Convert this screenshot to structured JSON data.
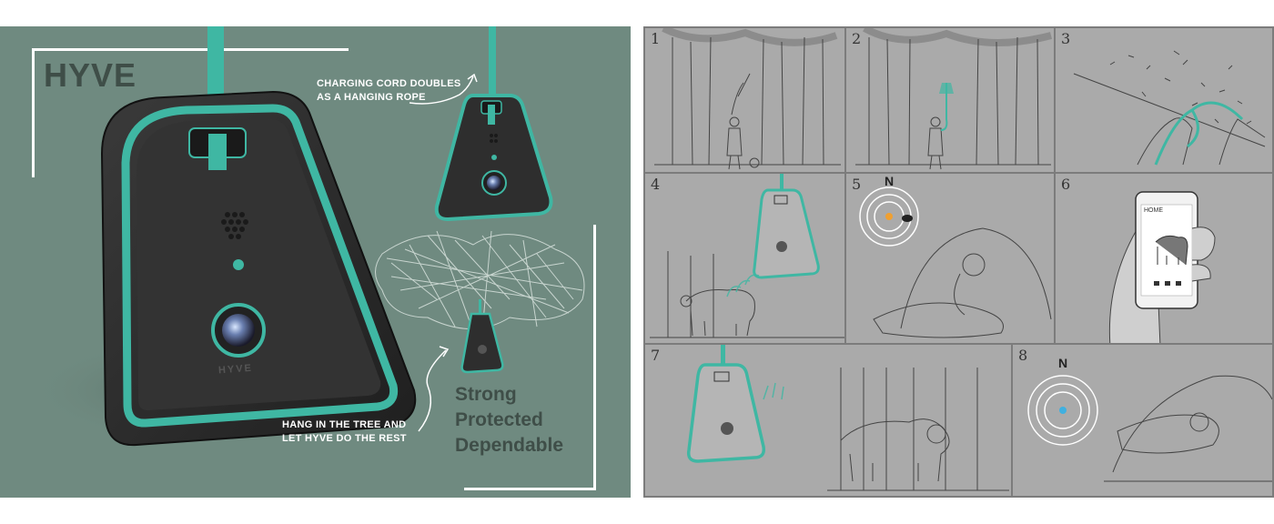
{
  "left_panel": {
    "brand": "HYVE",
    "device_logo": "HYVE",
    "caption_cord": [
      "CHARGING CORD DOUBLES",
      "AS A HANGING ROPE"
    ],
    "caption_hang": [
      "HANG IN THE TREE AND",
      "LET HYVE DO THE REST"
    ],
    "tagline": [
      "Strong",
      "Protected",
      "Dependable"
    ]
  },
  "storyboard": {
    "panels": [
      {
        "number": "1"
      },
      {
        "number": "2"
      },
      {
        "number": "3"
      },
      {
        "number": "4"
      },
      {
        "number": "5",
        "compass": "N"
      },
      {
        "number": "6",
        "app_label": "HOME"
      },
      {
        "number": "7"
      },
      {
        "number": "8",
        "compass": "N"
      }
    ]
  },
  "colors": {
    "left_bg": "#6f8a80",
    "accent_teal": "#3fb7a3",
    "device_body": "#2b2b2b",
    "storyboard_bg": "#aaaaaa",
    "radar_marker_orange": "#f0a030",
    "radar_marker_blue": "#40b0e0"
  }
}
